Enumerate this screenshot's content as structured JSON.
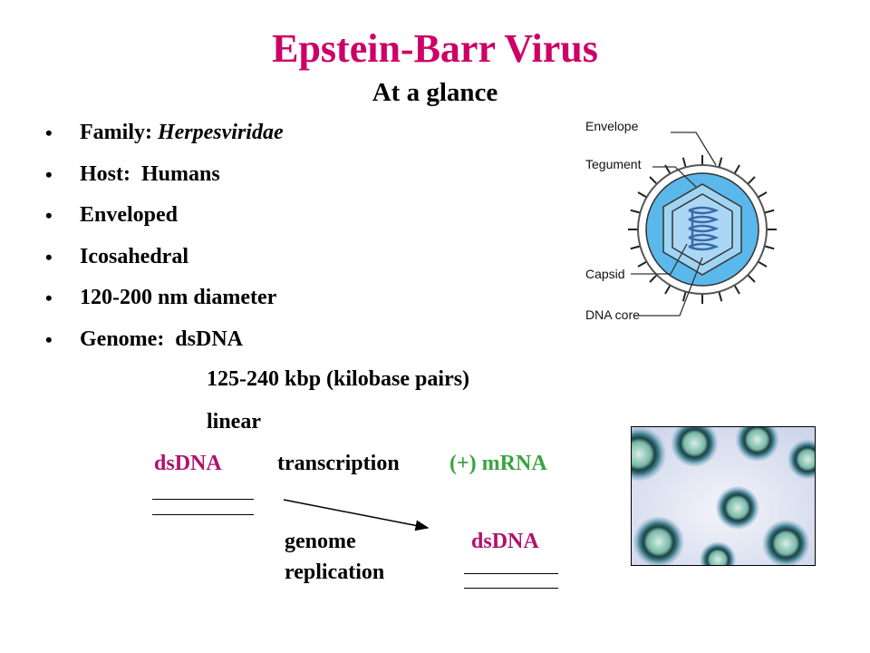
{
  "slide": {
    "title": "Epstein-Barr Virus",
    "subtitle": "At a glance"
  },
  "bullets": [
    {
      "label": "Family: ",
      "value": "Herpesviridae"
    },
    {
      "label": "Host:  Humans"
    },
    {
      "label": "Enveloped"
    },
    {
      "label": "Icosahedral"
    },
    {
      "label": "120-200 nm diameter"
    },
    {
      "label": "Genome:  dsDNA"
    }
  ],
  "genome_details": {
    "size": "125-240 kbp (kilobase pairs)",
    "form": "linear"
  },
  "flow": {
    "source": "dsDNA",
    "transcription": "transcription",
    "product": "(+) mRNA",
    "genome_word": "genome",
    "replication_word": "replication",
    "target": "dsDNA"
  },
  "diagram": {
    "labels": {
      "envelope": "Envelope",
      "tegument": "Tegument",
      "capsid": "Capsid",
      "dna_core": "DNA core"
    }
  },
  "colors": {
    "title": "#cc0066",
    "dsdna": "#b0126b",
    "mrna": "#3aa343",
    "tegument": "#5ab8ea"
  },
  "icons": {
    "bullet": "•"
  }
}
